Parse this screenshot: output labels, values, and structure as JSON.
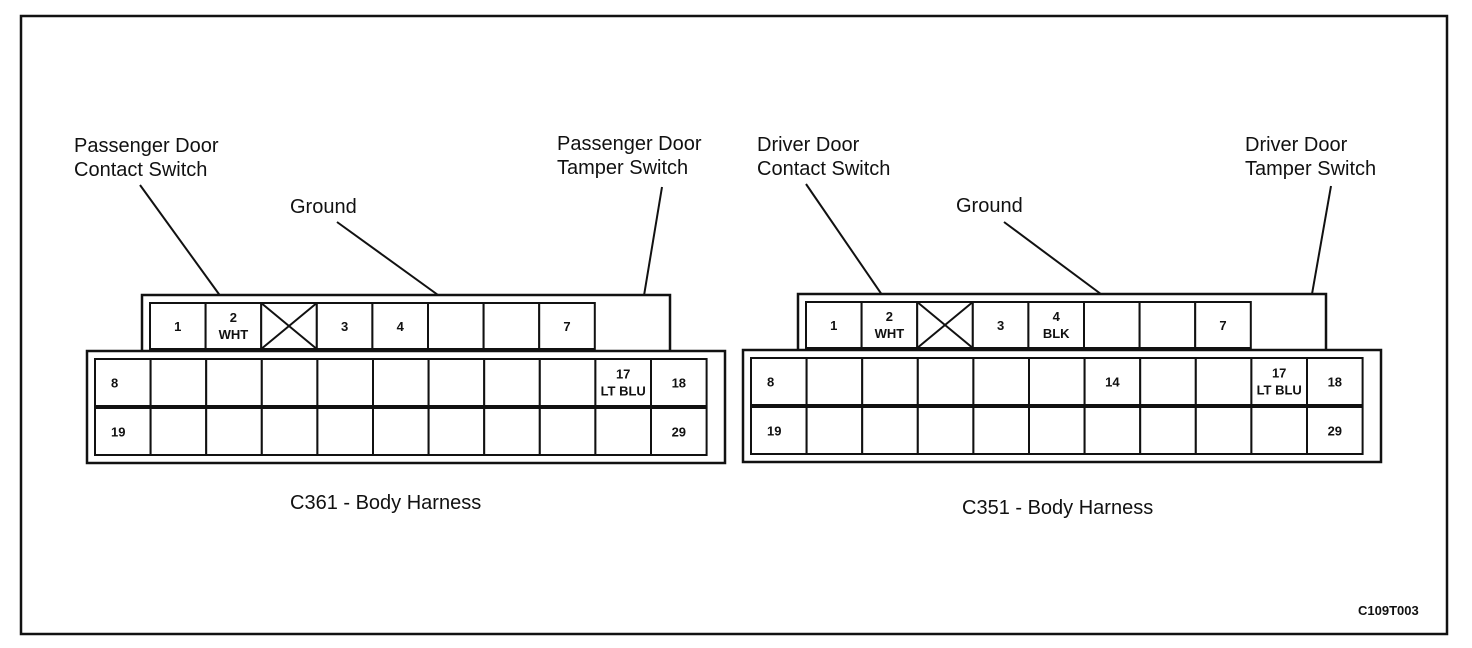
{
  "connectors": [
    {
      "caption": "C361 - Body Harness",
      "callouts": {
        "contact": [
          "Passenger Door",
          "Contact Switch"
        ],
        "ground": "Ground",
        "tamper": [
          "Passenger Door",
          "Tamper Switch"
        ]
      },
      "top_row": [
        "1",
        "2|WHT",
        "X",
        "3",
        "4",
        "",
        "",
        "7"
      ],
      "mid_row": [
        "8",
        "",
        "",
        "",
        "",
        "",
        "",
        "",
        "",
        "17|LT BLU",
        "18"
      ],
      "bot_row": [
        "19",
        "",
        "",
        "",
        "",
        "",
        "",
        "",
        "",
        "",
        "29"
      ]
    },
    {
      "caption": "C351 - Body Harness",
      "callouts": {
        "contact": [
          "Driver Door",
          "Contact Switch"
        ],
        "ground": "Ground",
        "tamper": [
          "Driver Door",
          "Tamper Switch"
        ]
      },
      "top_row": [
        "1",
        "2|WHT",
        "X",
        "3",
        "4|BLK",
        "",
        "",
        "7"
      ],
      "mid_row": [
        "8",
        "",
        "",
        "",
        "",
        "",
        "14",
        "",
        "",
        "17|LT BLU",
        "18"
      ],
      "bot_row": [
        "19",
        "",
        "",
        "",
        "",
        "",
        "",
        "",
        "",
        "",
        "29"
      ]
    }
  ],
  "figure_id": "C109T003"
}
